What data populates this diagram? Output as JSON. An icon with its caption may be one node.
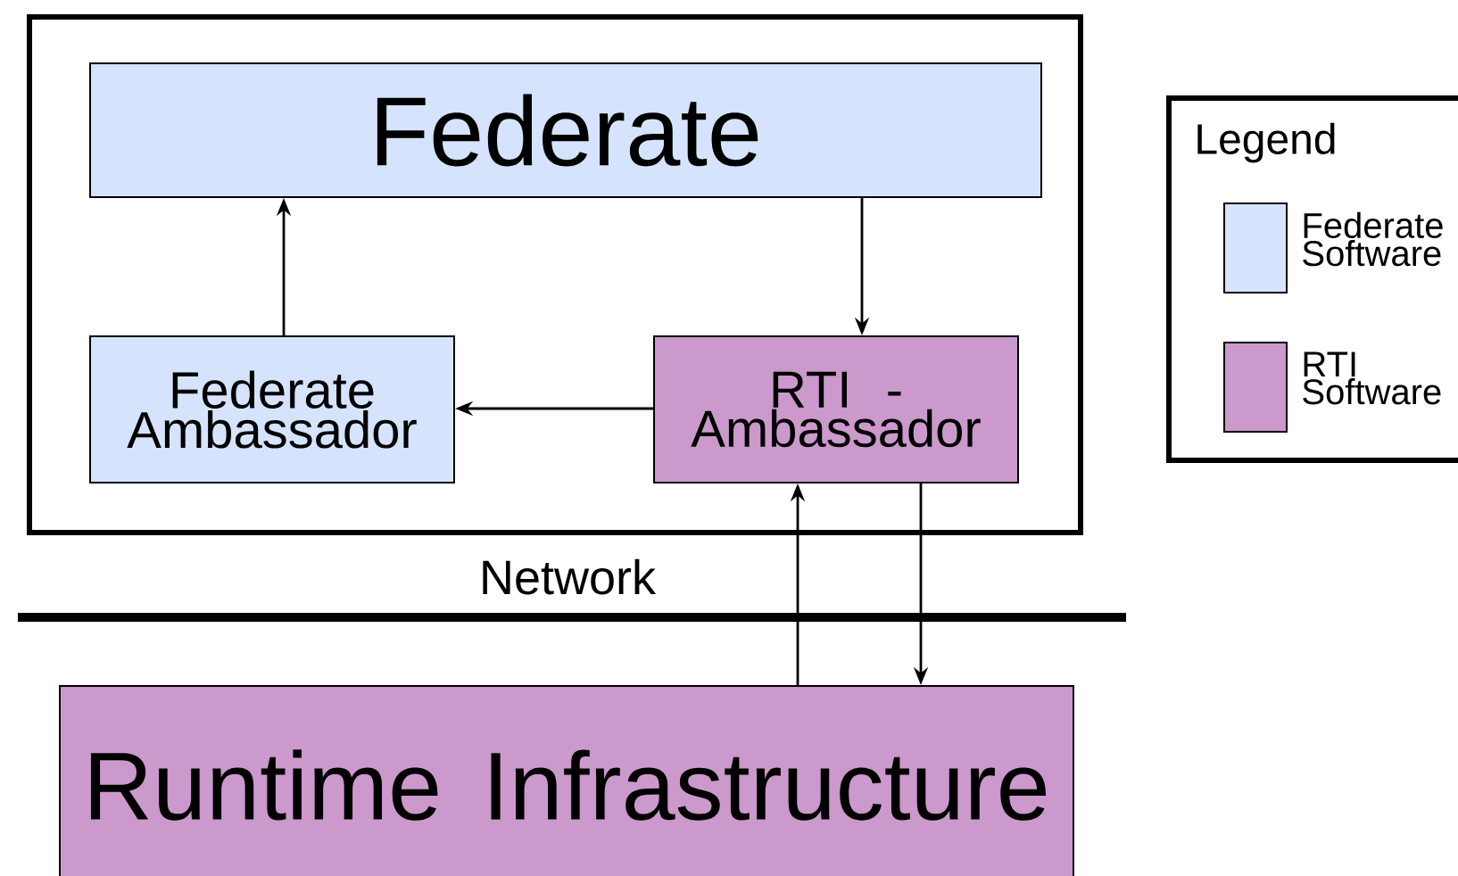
{
  "diagram": {
    "nodes": [
      {
        "text": [],
        "shape": "box"
      },
      {
        "text": [
          "Federate"
        ],
        "in": 0
      },
      {
        "text": [
          "Federate Ambassador"
        ],
        "in": 0
      },
      {
        "text": [
          "RTI - Ambassador"
        ],
        "in": 0
      },
      {
        "text": [
          "Runtime Infrastructure"
        ]
      }
    ],
    "edges": [
      {
        "from": 2,
        "to": 1,
        "arrow": "to"
      },
      {
        "from": 1,
        "to": 3,
        "arrow": "to"
      },
      {
        "from": 3,
        "to": 2,
        "arrow": "to"
      },
      {
        "from": 4,
        "to": 3,
        "arrow": "to"
      },
      {
        "from": 3,
        "to": 4,
        "arrow": "to"
      }
    ],
    "labels": [
      "Network",
      "Legend"
    ],
    "legend": [
      {
        "text": "Federate Software",
        "color": "#d5e4fc"
      },
      {
        "text": "RTI Software",
        "color": "#cc99cc"
      }
    ]
  }
}
